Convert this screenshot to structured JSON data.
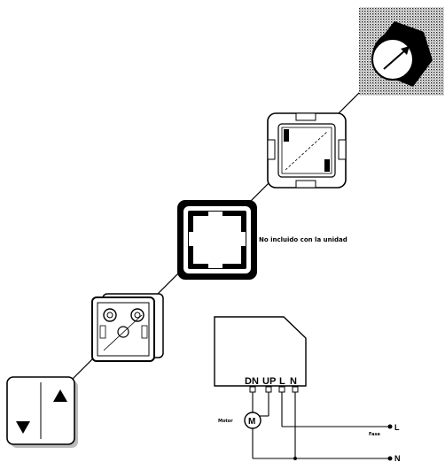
{
  "note_label": "No incluido con la unidad",
  "terminals": [
    "DN",
    "UP",
    "L",
    "N"
  ],
  "motor": {
    "label": "Motor",
    "symbol": "M"
  },
  "lines": {
    "phase_label": "Fase",
    "live": "L",
    "neutral": "N"
  },
  "icons": [
    "up-arrow-icon",
    "down-arrow-icon",
    "rotary-knob-icon"
  ]
}
